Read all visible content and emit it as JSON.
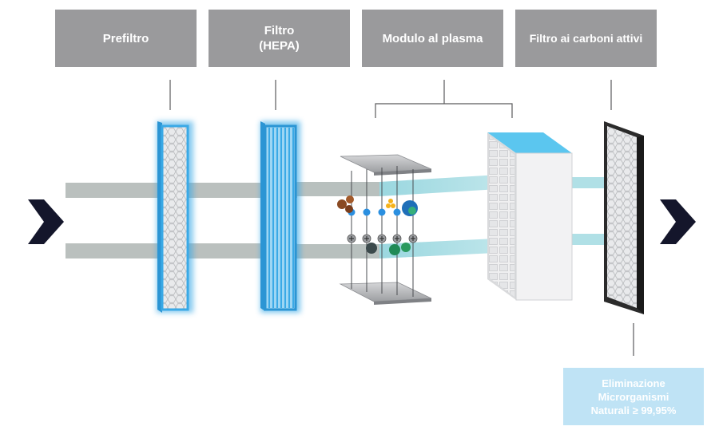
{
  "stages": {
    "prefilter": "Prefiltro",
    "hepa": "Filtro\n(HEPA)",
    "plasma": "Modulo al plasma",
    "carbon": "Filtro ai carboni attivi"
  },
  "result": "Eliminazione\nMicrorganismi\nNaturali ≥ 99,95%",
  "colors": {
    "label_bg": "#9a9a9c",
    "result_bg": "#bfe3f5",
    "filter_blue": "#3aa9e6",
    "arrow": "#14162b",
    "flow_gray": "#a3aba8",
    "flow_cyan": "#8fd3dc"
  }
}
